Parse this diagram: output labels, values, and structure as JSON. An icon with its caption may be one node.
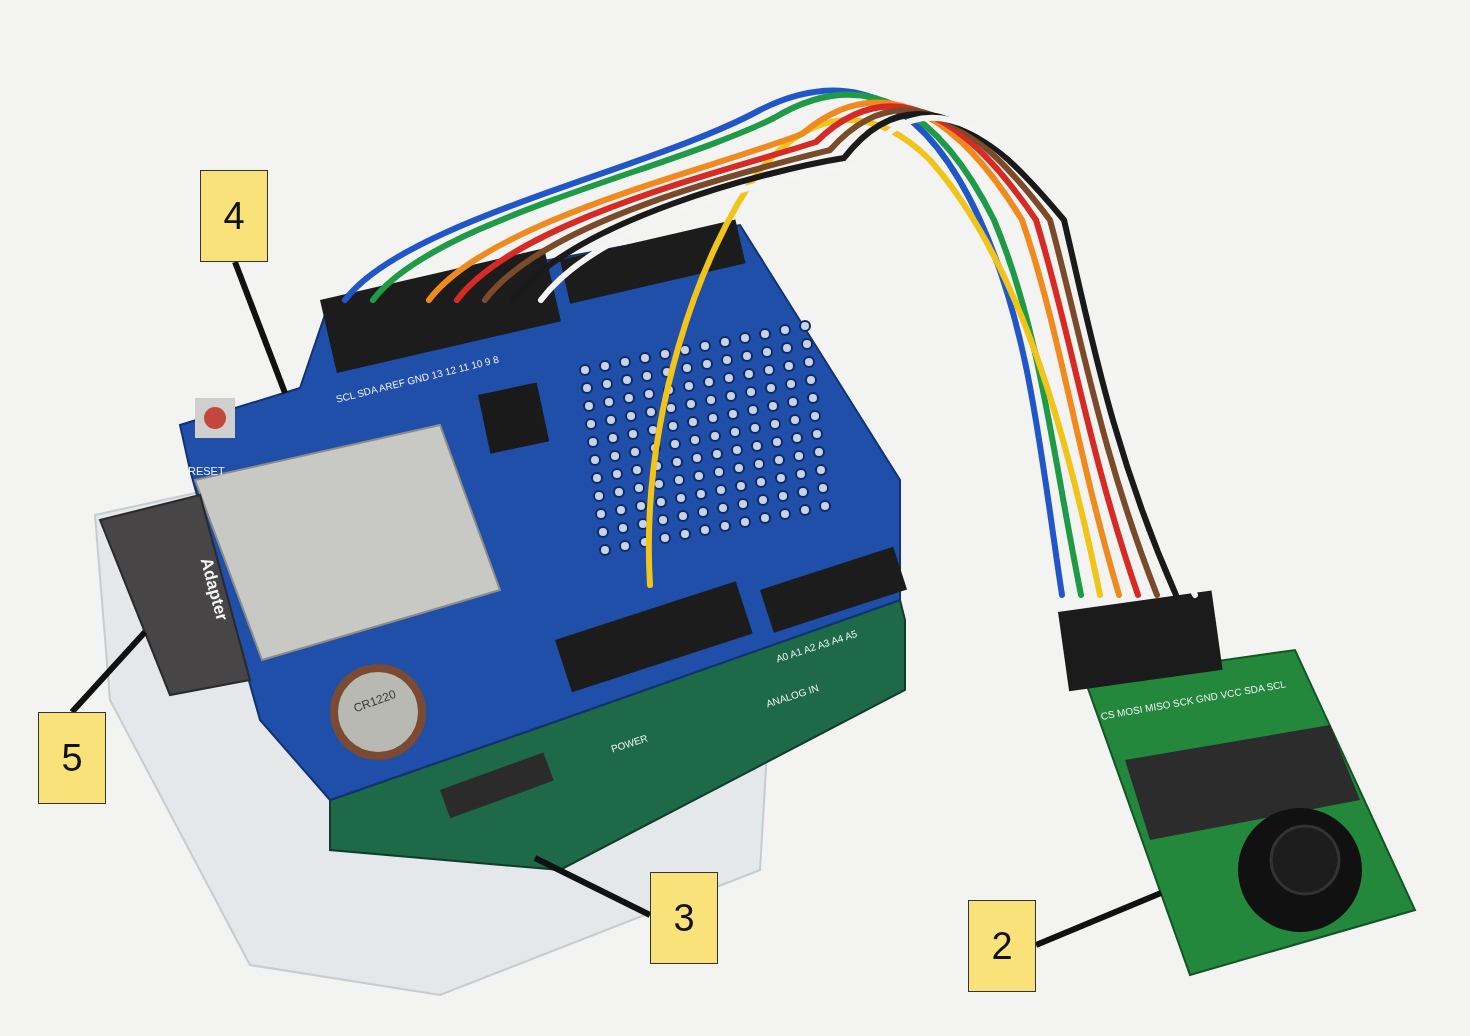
{
  "diagram": {
    "nodes": [
      {
        "text": [
          "4"
        ]
      },
      {
        "text": [],
        "shape": "picture"
      },
      {
        "text": [
          "5"
        ]
      },
      {
        "text": [],
        "shape": "picture"
      },
      {
        "text": [
          "3"
        ]
      },
      {
        "text": [],
        "shape": "picture"
      },
      {
        "text": [
          "2"
        ]
      },
      {
        "text": [],
        "shape": "picture"
      }
    ],
    "edges": [
      {
        "from": 0,
        "to": 1,
        "arrow": "none"
      },
      {
        "from": 2,
        "to": 3,
        "arrow": "none"
      },
      {
        "from": 4,
        "to": 5,
        "arrow": "none"
      },
      {
        "from": 6,
        "to": 7,
        "arrow": "none"
      },
      {
        "from": 1,
        "to": 7,
        "arrow": "none",
        "color": "#2156c9"
      },
      {
        "from": 1,
        "to": 7,
        "arrow": "none",
        "color": "#1f9a46"
      },
      {
        "from": 1,
        "to": 7,
        "arrow": "none",
        "color": "#f0c418"
      },
      {
        "from": 1,
        "to": 7,
        "arrow": "none",
        "color": "#f08a1e"
      },
      {
        "from": 1,
        "to": 7,
        "arrow": "none",
        "color": "#d62a25"
      },
      {
        "from": 1,
        "to": 7,
        "arrow": "none",
        "color": "#7a4b2a"
      },
      {
        "from": 1,
        "to": 7,
        "arrow": "none"
      },
      {
        "from": 1,
        "to": 7,
        "arrow": "none",
        "color": "#f4f4f4"
      }
    ],
    "labels": [
      "RESET",
      "SCL SDA AREF GND 13 12 11 10 9 8",
      "Adapter",
      "CR1220",
      "A0 A1 A2 A3 A4 A5",
      "ANALOG IN",
      "POWER",
      "CS MOSI MISO SCK GND VCC SDA SCL"
    ]
  }
}
